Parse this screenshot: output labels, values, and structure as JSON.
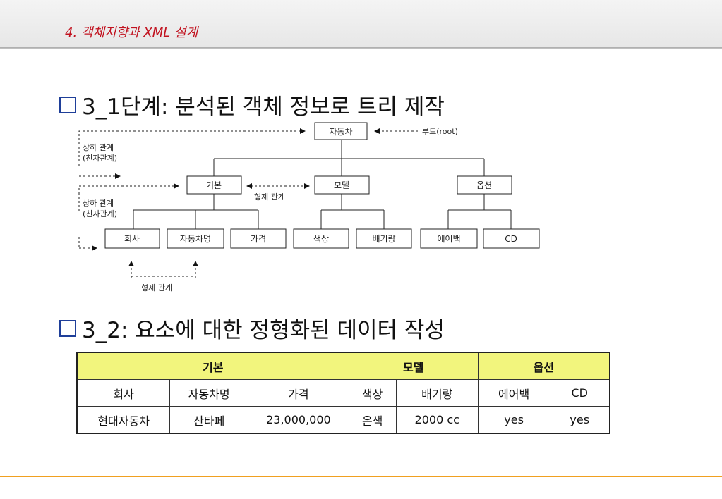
{
  "header": {
    "title": "4. 객체지향과 XML 설계"
  },
  "headings": {
    "step1": "3_1단계: 분석된 객체 정보로 트리 제작",
    "step2": "3_2: 요소에 대한 정형화된 데이터 작성"
  },
  "tree": {
    "root": "자동차",
    "root_note": "루트(root)",
    "level1": [
      "기본",
      "모델",
      "옵션"
    ],
    "level2": [
      "회사",
      "자동차명",
      "가격",
      "색상",
      "배기량",
      "에어백",
      "CD"
    ],
    "rel_parent_child_1": [
      "상하 관계",
      "(친자관계)"
    ],
    "rel_parent_child_2": [
      "상하 관계",
      "(친자관계)"
    ],
    "rel_sibling_1": "형제 관계",
    "rel_sibling_2": "형제 관계"
  },
  "table": {
    "groups": [
      "기본",
      "모델",
      "옵션"
    ],
    "headers": [
      "회사",
      "자동차명",
      "가격",
      "색상",
      "배기량",
      "에어백",
      "CD"
    ],
    "row": [
      "현대자동차",
      "산타페",
      "23,000,000",
      "은색",
      "2000 cc",
      "yes",
      "yes"
    ],
    "group_color": "#f2f57d"
  }
}
